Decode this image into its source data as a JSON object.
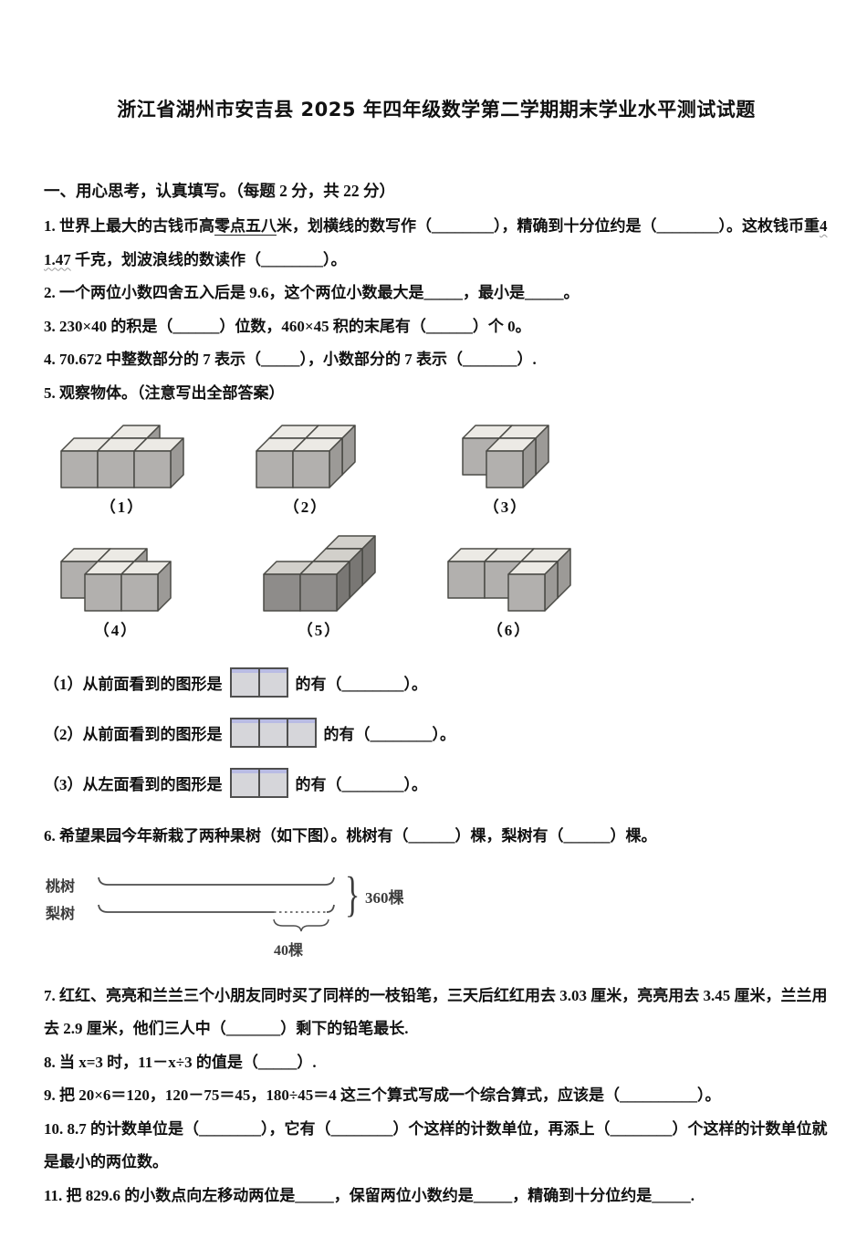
{
  "page_title": "浙江省湖州市安吉县 2025 年四年级数学第二学期期末学业水平测试试题",
  "section1": {
    "header": "一、用心思考，认真填写。（每题 2 分，共 22  分）",
    "q1": {
      "pre": "1. 世界上最大的古钱币高",
      "underlined": "零点五八",
      "mid": "米，划横线的数写作（________），精确到十分位约是（________）。这枚钱币重",
      "wavy": "41.47",
      "post": " 千克，划波浪线的数读作（________）。"
    },
    "q2": "2. 一个两位小数四舍五入后是 9.6，这个两位小数最大是_____，最小是_____。",
    "q3": "3. 230×40 的积是（______）位数，460×45 积的末尾有（______）个 0。",
    "q4": "4. 70.672 中整数部分的 7 表示（_____），小数部分的  7 表示（_______）.",
    "q5": {
      "text": "5. 观察物体。（注意写出全部答案）",
      "figures": [
        {
          "caption": "（1）",
          "shade": "light",
          "cubes": [
            [
              0,
              0
            ],
            [
              1,
              0
            ],
            [
              2,
              0
            ],
            [
              1,
              1
            ]
          ]
        },
        {
          "caption": "（2）",
          "shade": "light",
          "cubes": [
            [
              0,
              0
            ],
            [
              1,
              0
            ],
            [
              0,
              1
            ],
            [
              1,
              1
            ]
          ]
        },
        {
          "caption": "（3）",
          "shade": "light",
          "cubes": [
            [
              1,
              0
            ],
            [
              0,
              1
            ],
            [
              1,
              1
            ]
          ]
        },
        {
          "caption": "（4）",
          "shade": "light",
          "cubes": [
            [
              1,
              0
            ],
            [
              2,
              0
            ],
            [
              0,
              1
            ],
            [
              1,
              1
            ]
          ]
        },
        {
          "caption": "（5）",
          "shade": "dark",
          "cubes": [
            [
              0,
              0
            ],
            [
              1,
              0
            ],
            [
              1,
              1
            ],
            [
              1,
              2
            ]
          ]
        },
        {
          "caption": "（6）",
          "shade": "light",
          "cubes": [
            [
              2,
              0
            ],
            [
              0,
              1
            ],
            [
              1,
              1
            ],
            [
              2,
              1
            ]
          ]
        }
      ],
      "sub1": {
        "pre": "（1）从前面看到的图形是",
        "cells": 2,
        "post": "的有（________）。"
      },
      "sub2": {
        "pre": "（2）从前面看到的图形是",
        "cells": 3,
        "post": "的有（________）。"
      },
      "sub3": {
        "pre": "（3）从左面看到的图形是",
        "cells": 2,
        "post": "的有（________）。"
      }
    },
    "q6": {
      "text": "6. 希望果园今年新栽了两种果树（如下图）。桃树有（______）棵，梨树有（______）棵。",
      "diagram": {
        "row1_label": "桃树",
        "row2_label": "梨树",
        "brace_glyph": "}",
        "total_label": "360棵",
        "diff_label": "40棵"
      }
    },
    "q7": "7. 红红、亮亮和兰兰三个小朋友同时买了同样的一枝铅笔，三天后红红用去 3.03 厘米，亮亮用去 3.45 厘米，兰兰用去 2.9 厘米，他们三人中（_______）剩下的铅笔最长.",
    "q8": "8. 当 x=3 时，11－x÷3 的值是（_____）.",
    "q9": "9. 把 20×6＝120，120－75＝45，180÷45＝4 这三个算式写成一个综合算式，应该是（__________）。",
    "q10": "10. 8.7 的计数单位是（________），它有（________）个这样的计数单位，再添上（________）个这样的计数单位就是最小的两位数。",
    "q11": "11. 把 829.6 的小数点向左移动两位是_____，保留两位小数约是_____，精确到十分位约是_____."
  },
  "colors": {
    "outline": "#4b4b46",
    "cube_top": "#eceae5",
    "cube_front": "#b2b0ae",
    "cube_right": "#9c9a97",
    "cube_dark_top": "#d2d0cb",
    "cube_dark_front": "#8e8c8a",
    "cube_dark_right": "#797774",
    "cell_fill": "#d6d6da",
    "cell_top_edge": "#b9bce4",
    "diagram_line": "#4d4d4d"
  }
}
